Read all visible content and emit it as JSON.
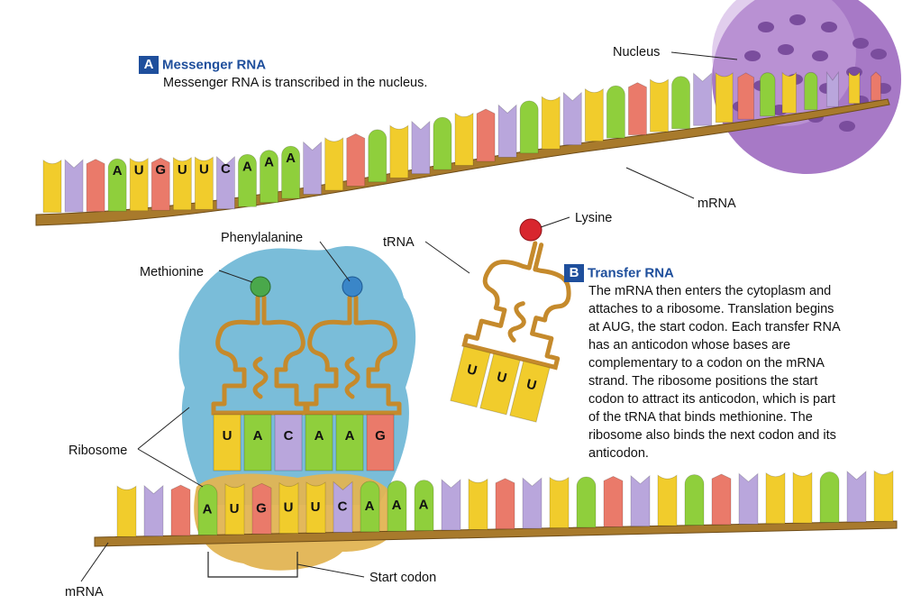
{
  "colors": {
    "backbone": "#a87a2c",
    "backbone_dark": "#6e4c18",
    "trna": "#c58a2c",
    "ribosome": "#6fb7d6",
    "ribosome_small": "#e2b453",
    "nucleus": "#a779c6",
    "accent_blue": "#1f4f9c",
    "base_colors": {
      "A": "#8fcf3c",
      "U": "#f1cc2c",
      "G": "#ea7a6a",
      "C": "#b9a6dc"
    },
    "methionine": "#4aa84b",
    "phenylalanine": "#3a86c8",
    "lysine": "#d8262e"
  },
  "section_a": {
    "badge": "A",
    "title": "Messenger RNA",
    "body": "Messenger RNA is transcribed in the nucleus."
  },
  "section_b": {
    "badge": "B",
    "title": "Transfer RNA",
    "lines": [
      "The mRNA then enters the cytoplasm and",
      "attaches to a ribosome. Translation begins",
      "at AUG, the start codon. Each transfer RNA",
      "has an anticodon whose bases are",
      "complementary to a codon on the mRNA",
      "strand. The ribosome positions the start",
      "codon to attract its anticodon, which is part",
      "of the tRNA that binds methionine. The",
      "ribosome also binds the next codon and its",
      "anticodon."
    ]
  },
  "labels": {
    "nucleus": "Nucleus",
    "mrna_top": "mRNA",
    "lysine": "Lysine",
    "trna": "tRNA",
    "phenylalanine": "Phenylalanine",
    "methionine": "Methionine",
    "ribosome": "Ribosome",
    "mrna_bottom": "mRNA",
    "start_codon": "Start codon"
  },
  "top_strand": {
    "letters": [
      "A",
      "U",
      "G",
      "U",
      "U",
      "C",
      "A",
      "A",
      "A"
    ],
    "base_sequence": [
      "U",
      "C",
      "G",
      "A",
      "U",
      "G",
      "U",
      "U",
      "C",
      "A",
      "A",
      "A",
      "C",
      "U",
      "G",
      "A",
      "U",
      "C",
      "A",
      "U",
      "G",
      "C",
      "A",
      "U",
      "C",
      "U",
      "A",
      "G",
      "U",
      "A",
      "C",
      "U",
      "G",
      "A",
      "U",
      "A",
      "C",
      "U",
      "G"
    ]
  },
  "bottom_strand": {
    "letters": [
      "A",
      "U",
      "G",
      "U",
      "U",
      "C",
      "A",
      "A",
      "A"
    ],
    "base_sequence": [
      "U",
      "C",
      "G",
      "A",
      "U",
      "G",
      "U",
      "U",
      "C",
      "A",
      "A",
      "A",
      "C",
      "U",
      "G",
      "C",
      "U",
      "A",
      "G",
      "C",
      "U",
      "A",
      "G",
      "C",
      "U",
      "U",
      "A",
      "C",
      "U"
    ]
  },
  "anticodons": {
    "methionine_trna": [
      "U",
      "A",
      "C"
    ],
    "phenylalanine_trna": [
      "A",
      "A",
      "G"
    ],
    "lysine_trna": [
      "U",
      "U",
      "U"
    ]
  }
}
